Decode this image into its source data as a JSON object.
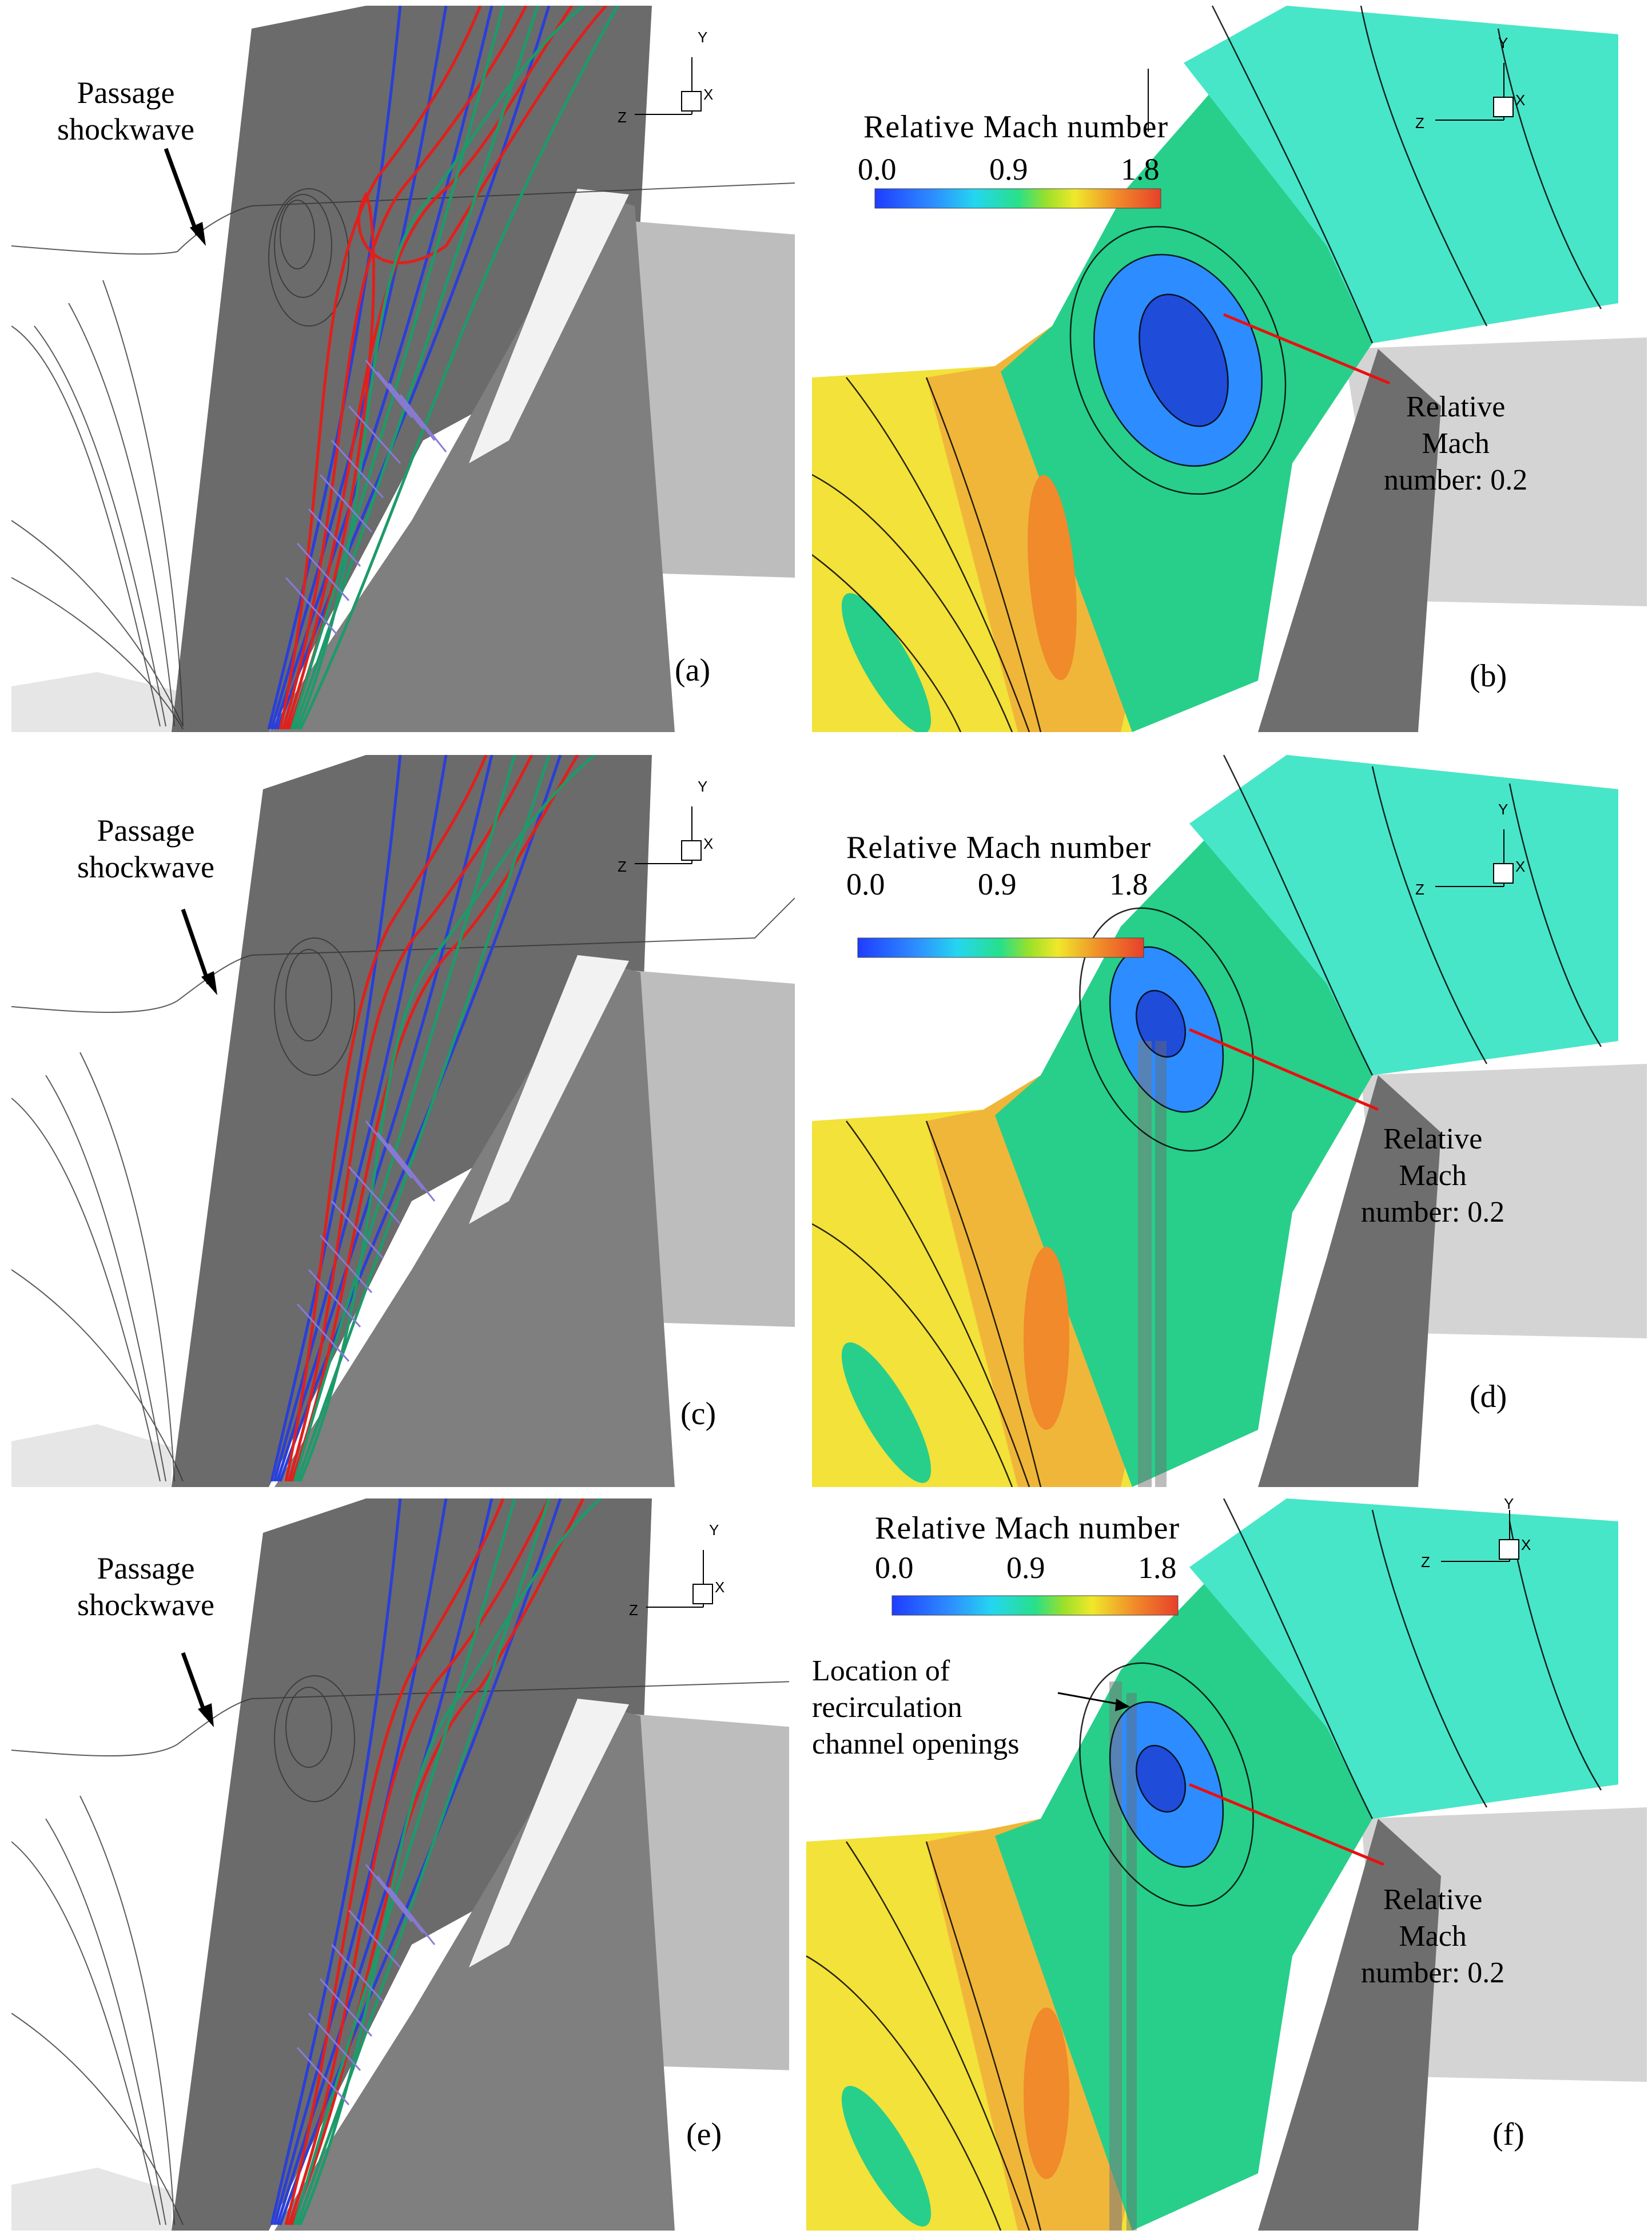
{
  "figure": {
    "panels": [
      {
        "id": "a",
        "tag": "(a)",
        "kind": "streamlines",
        "shock_label": [
          "Passage",
          "shockwave"
        ],
        "axes": {
          "y": "Y",
          "x": "X",
          "z": "Z"
        }
      },
      {
        "id": "b",
        "tag": "(b)",
        "kind": "contour",
        "colorbar": {
          "title": "Relative Mach number",
          "min": "0.0",
          "mid": "0.9",
          "max": "1.8"
        },
        "annotation": [
          "Relative",
          "Mach",
          "number: 0.2"
        ],
        "axes": {
          "y": "Y",
          "x": "X",
          "z": "Z"
        }
      },
      {
        "id": "c",
        "tag": "(c)",
        "kind": "streamlines",
        "shock_label": [
          "Passage",
          "shockwave"
        ],
        "axes": {
          "y": "Y",
          "x": "X",
          "z": "Z"
        }
      },
      {
        "id": "d",
        "tag": "(d)",
        "kind": "contour",
        "colorbar": {
          "title": "Relative Mach number",
          "min": "0.0",
          "mid": "0.9",
          "max": "1.8"
        },
        "annotation": [
          "Relative",
          "Mach",
          "number: 0.2"
        ],
        "axes": {
          "y": "Y",
          "x": "X",
          "z": "Z"
        }
      },
      {
        "id": "e",
        "tag": "(e)",
        "kind": "streamlines",
        "shock_label": [
          "Passage",
          "shockwave"
        ],
        "axes": {
          "y": "Y",
          "x": "X",
          "z": "Z"
        }
      },
      {
        "id": "f",
        "tag": "(f)",
        "kind": "contour",
        "colorbar": {
          "title": "Relative Mach number",
          "min": "0.0",
          "mid": "0.9",
          "max": "1.8"
        },
        "annotation": [
          "Relative",
          "Mach",
          "number: 0.2"
        ],
        "extra_annotation": [
          "Location of",
          "recirculation",
          "channel openings"
        ],
        "axes": {
          "y": "Y",
          "x": "X",
          "z": "Z"
        }
      }
    ],
    "colors": {
      "blade_dark": "#5a5a5a",
      "blade_mid": "#8c8c8c",
      "hub_light": "#d9d9d9",
      "stream_red": "#e0201c",
      "stream_blue": "#2a3fd8",
      "stream_green": "#1e9a6a",
      "stream_violet": "#8a7ad8",
      "arrow_red": "#e81010",
      "mach_colormap": [
        "#1f3cff",
        "#2d8cff",
        "#24d6f0",
        "#27e08a",
        "#2ad42a",
        "#9be02a",
        "#f0e82a",
        "#f8c02a",
        "#f08a2a",
        "#e8402a"
      ]
    }
  }
}
